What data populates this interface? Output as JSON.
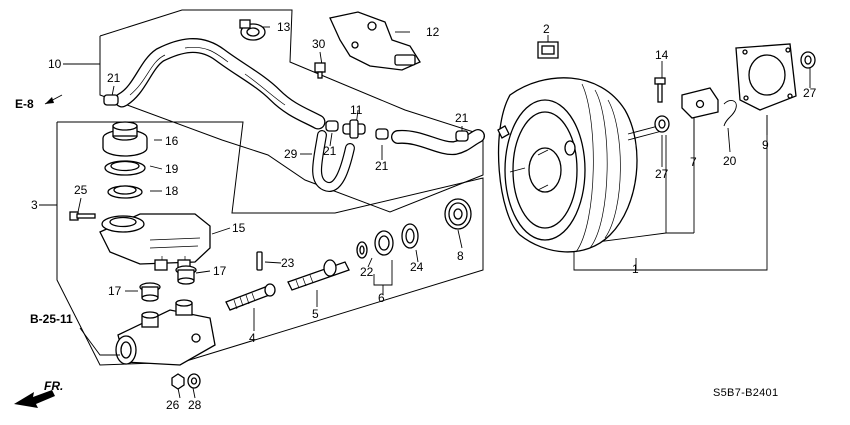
{
  "diagram": {
    "part_numbers": [
      "1",
      "2",
      "3",
      "4",
      "5",
      "6",
      "7",
      "8",
      "9",
      "10",
      "11",
      "12",
      "13",
      "14",
      "15",
      "16",
      "17",
      "17",
      "18",
      "19",
      "20",
      "21",
      "21",
      "21",
      "21",
      "22",
      "23",
      "24",
      "25",
      "26",
      "27",
      "27",
      "28",
      "29",
      "30"
    ],
    "references": {
      "e8": "E-8",
      "b2511": "B-25-11",
      "front": "FR."
    },
    "diagram_code": "S5B7-B2401"
  }
}
